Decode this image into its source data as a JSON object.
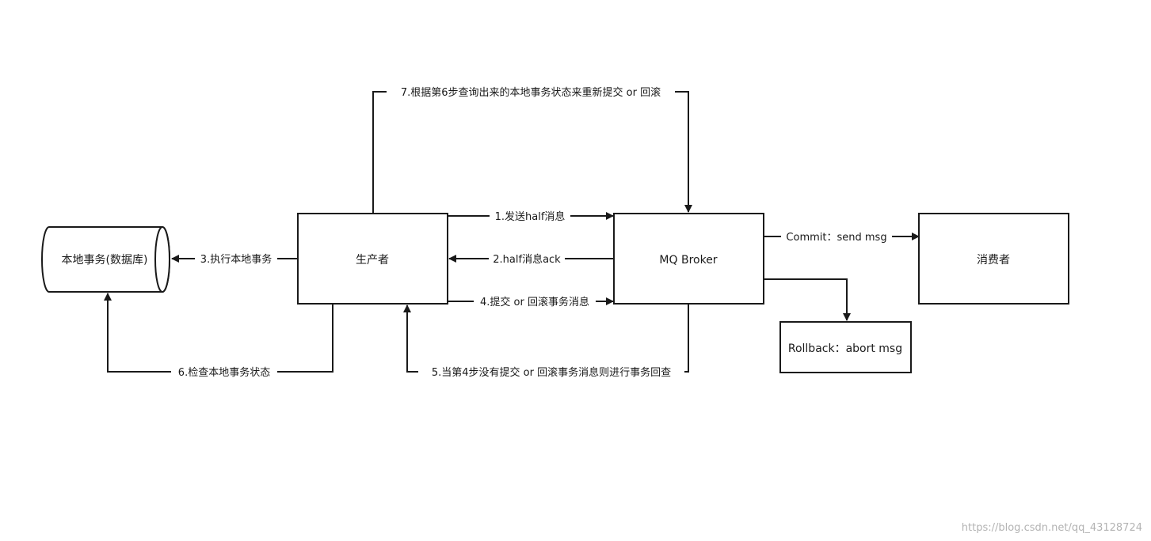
{
  "nodes": {
    "database": "本地事务(数据库)",
    "producer": "生产者",
    "broker": "MQ Broker",
    "consumer": "消费者",
    "rollback": "Rollback：abort msg"
  },
  "edges": {
    "step1": "1.发送half消息",
    "step2": "2.half消息ack",
    "step3": "3.执行本地事务",
    "step4": "4.提交 or 回滚事务消息",
    "step5": "5.当第4步没有提交 or 回滚事务消息则进行事务回查",
    "step6": "6.检查本地事务状态",
    "step7": "7.根据第6步查询出来的本地事务状态来重新提交 or 回滚",
    "commit": "Commit：send msg"
  },
  "watermark": "https://blog.csdn.net/qq_43128724"
}
